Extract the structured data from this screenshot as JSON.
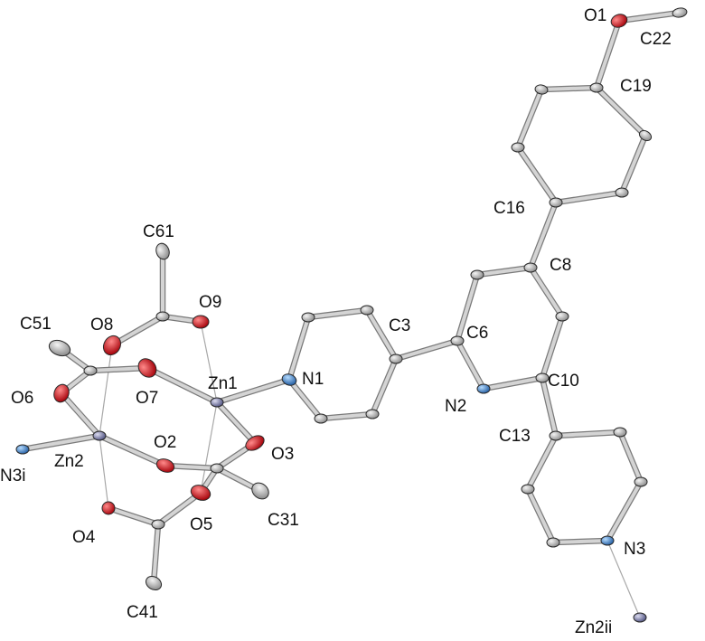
{
  "colors": {
    "carbon": "#c9c9c9",
    "oxygen": "#e8101a",
    "nitrogen": "#3f8fd8",
    "zinc": "#8c8fb8",
    "bond": "#d4d4d4",
    "contact": "#a8a8a8",
    "label": "#111111"
  },
  "labels": {
    "O1": "O1",
    "C22": "C22",
    "C19": "C19",
    "C16": "C16",
    "C8": "C8",
    "C61": "C61",
    "O9": "O9",
    "C51": "C51",
    "O8": "O8",
    "C3": "C3",
    "C6": "C6",
    "N1": "N1",
    "Zn1": "Zn1",
    "O6": "O6",
    "O7": "O7",
    "N2": "N2",
    "C10": "C10",
    "Zn2": "Zn2",
    "N3i": "N3i",
    "O2": "O2",
    "O3": "O3",
    "C13": "C13",
    "O4": "O4",
    "O5": "O5",
    "C31": "C31",
    "N3": "N3",
    "C41": "C41",
    "Zn2ii": "Zn2ii"
  }
}
